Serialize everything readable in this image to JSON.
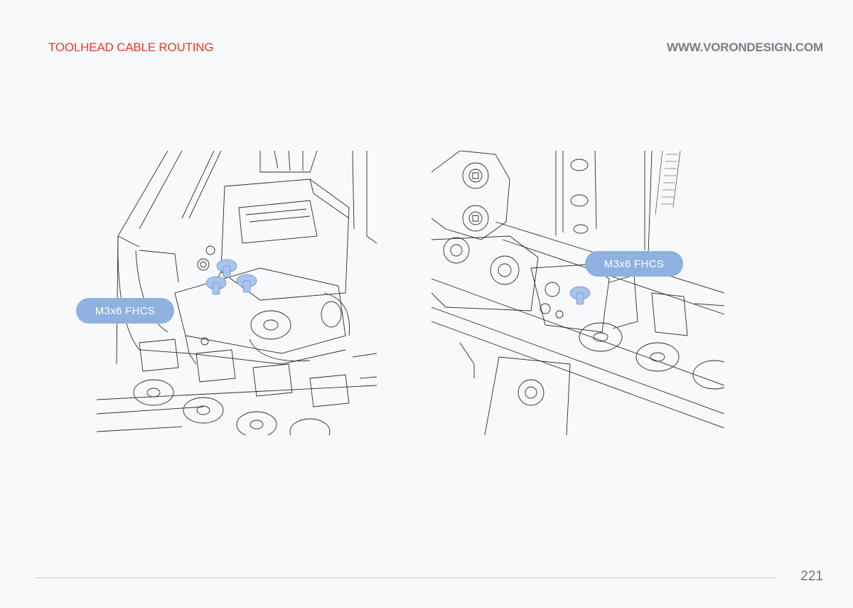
{
  "header": {
    "section_title": "TOOLHEAD CABLE ROUTING",
    "site_url": "WWW.VORONDESIGN.COM"
  },
  "figures": [
    {
      "callout": "M3x6 FHCS",
      "highlighted_screws": 3
    },
    {
      "callout": "M3x6 FHCS",
      "highlighted_screws": 1
    }
  ],
  "colors": {
    "title": "#e63b2e",
    "url": "#7a7d82",
    "callout_bg": "#8fb1e0",
    "screw_highlight": "#a9c4ec"
  },
  "footer": {
    "page_number": "221"
  }
}
